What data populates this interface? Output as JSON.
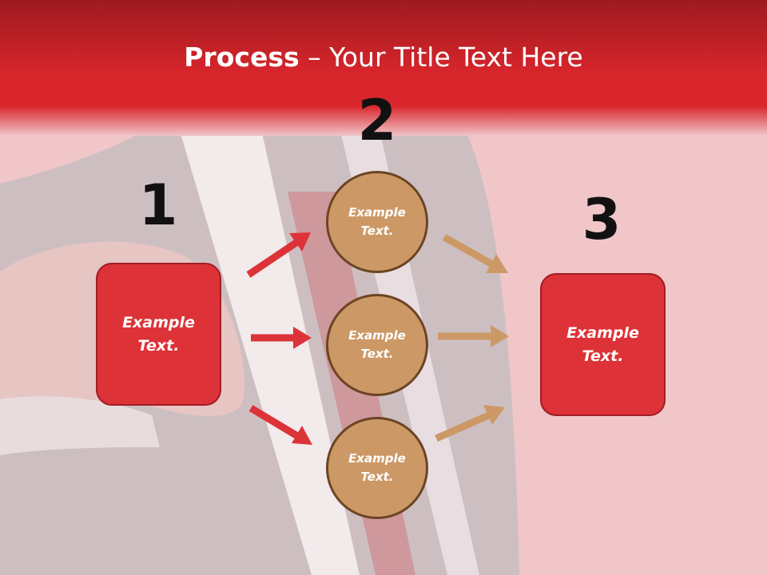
{
  "title": {
    "bold": "Process",
    "rest": " – Your Title Text Here"
  },
  "steps": [
    {
      "number": "1",
      "label": "Example\nText."
    },
    {
      "number": "2"
    },
    {
      "number": "3",
      "label": "Example\nText."
    }
  ],
  "circles": [
    {
      "label": "Example\nText."
    },
    {
      "label": "Example\nText."
    },
    {
      "label": "Example\nText."
    }
  ],
  "colors": {
    "header_red": "#d8262c",
    "box_fill": "#dd3237",
    "circle_fill": "#cc9966",
    "arrow_red": "#dc3339",
    "arrow_tan": "#cc9966"
  }
}
